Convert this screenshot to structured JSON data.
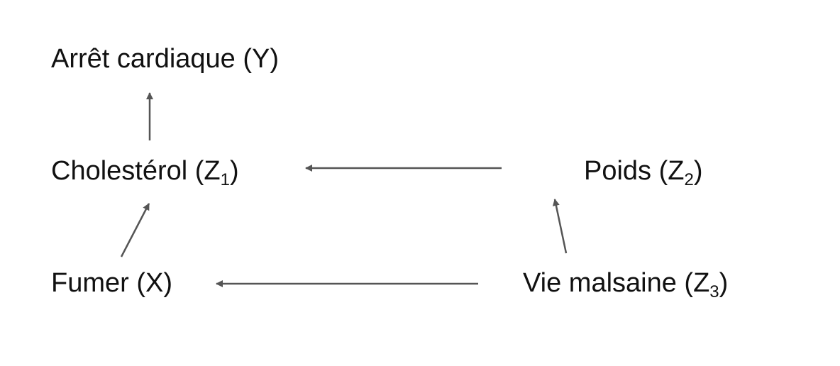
{
  "nodes": {
    "y": {
      "label": "Arrêt cardiaque (Y)"
    },
    "z1": {
      "label": "Cholestérol (Z",
      "sub": "1",
      "suffix": ")"
    },
    "z2": {
      "label": "Poids (Z",
      "sub": "2",
      "suffix": ")"
    },
    "x": {
      "label": "Fumer (X)"
    },
    "z3": {
      "label": "Vie malsaine (Z",
      "sub": "3",
      "suffix": ")"
    }
  },
  "edges": [
    {
      "from": "z1",
      "to": "y"
    },
    {
      "from": "x",
      "to": "z1"
    },
    {
      "from": "z2",
      "to": "z1"
    },
    {
      "from": "z3",
      "to": "x"
    },
    {
      "from": "z3",
      "to": "z2"
    }
  ],
  "colors": {
    "text": "#111111",
    "arrow": "#555555"
  }
}
